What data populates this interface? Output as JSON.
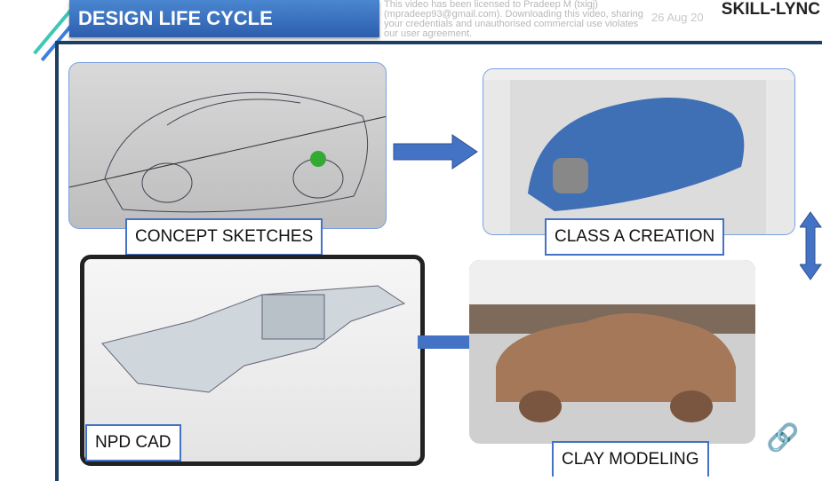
{
  "watermark": "This video has been licensed to Pradeep M (txigj) (mpradeep93@gmail.com). Downloading this video, sharing your credentials and unauthorised commercial use violates our user agreement.",
  "watermark_name": "Pradeep M (txigj)",
  "watermark_email": "mpradeep93@gmail.com",
  "date": "26 Aug 20",
  "logo": "SKILL-LYNC",
  "slide": {
    "title": "DESIGN LIFE CYCLE",
    "stages": [
      {
        "label": "CONCEPT SKETCHES"
      },
      {
        "label": "CLASS A CREATION"
      },
      {
        "label": "CLAY MODELING"
      },
      {
        "label": "NPD CAD"
      }
    ]
  },
  "colors": {
    "title_bg": "#3a72c0",
    "frame": "#1d3f63",
    "accent": "#4472c4",
    "teal": "#3ec7b4"
  }
}
